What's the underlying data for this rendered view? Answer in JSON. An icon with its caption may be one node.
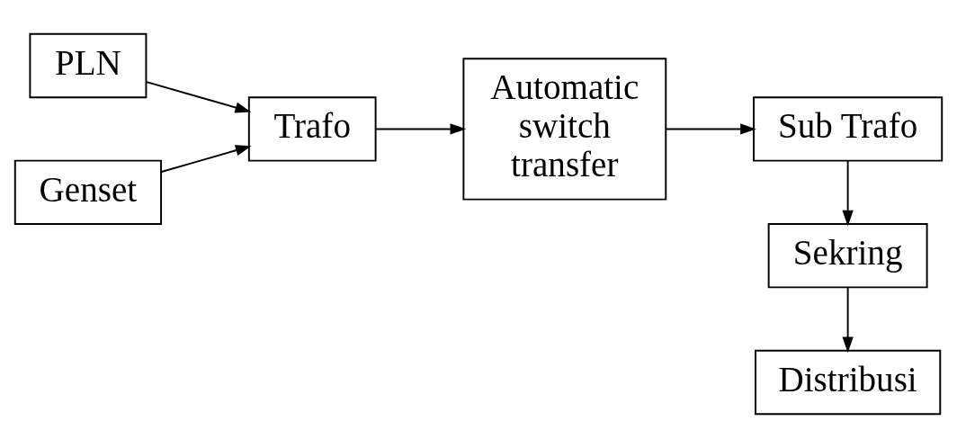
{
  "diagram": {
    "nodes": [
      {
        "text": [
          "PLN"
        ]
      },
      {
        "text": [
          "Trafo"
        ]
      },
      {
        "text": [
          "Genset"
        ]
      },
      {
        "text": [
          "Automatic switch transfer"
        ]
      },
      {
        "text": [
          "Sub Trafo"
        ]
      },
      {
        "text": [
          "Sekring"
        ]
      },
      {
        "text": [
          "Distribusi"
        ]
      }
    ],
    "edges": [
      {
        "from": 0,
        "to": 1,
        "arrow": "to"
      },
      {
        "from": 2,
        "to": 1,
        "arrow": "to"
      },
      {
        "from": 1,
        "to": 3,
        "arrow": "to"
      },
      {
        "from": 3,
        "to": 4,
        "arrow": "to"
      },
      {
        "from": 4,
        "to": 5,
        "arrow": "to"
      },
      {
        "from": 5,
        "to": 6,
        "arrow": "to"
      }
    ]
  }
}
